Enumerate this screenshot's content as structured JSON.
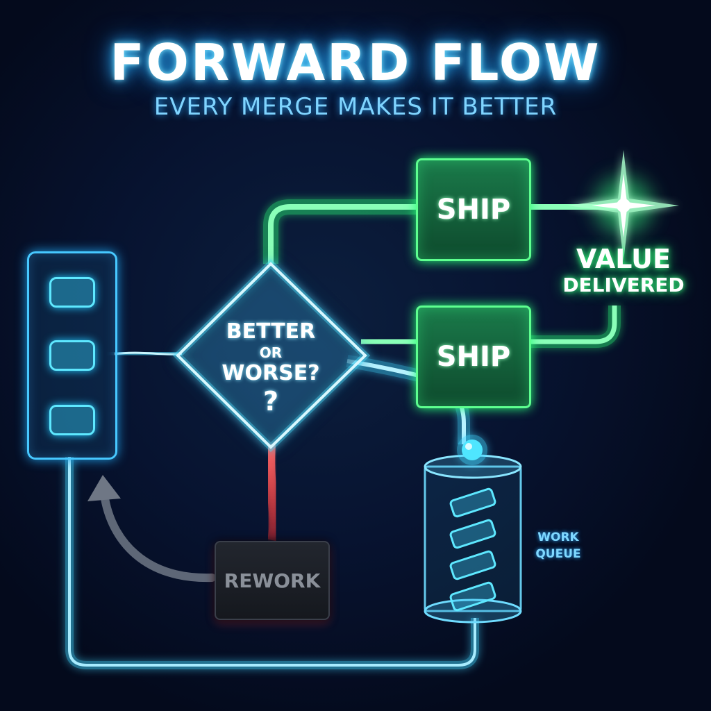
{
  "header": {
    "title": "FORWARD FLOW",
    "subtitle": "EVERY MERGE MAKES IT BETTER"
  },
  "diagram": {
    "backlog": {
      "slot_count": 3
    },
    "decision": {
      "line1": "BETTER",
      "line2": "OR",
      "line3": "WORSE?",
      "line4": "?"
    },
    "ship_top": {
      "label": "SHIP"
    },
    "ship_bottom": {
      "label": "SHIP"
    },
    "value": {
      "line1": "VALUE",
      "line2": "DELIVERED"
    },
    "rework": {
      "label": "REWORK"
    },
    "queue": {
      "line1": "WORK",
      "line2": "QUEUE"
    }
  },
  "colors": {
    "background": "#040a1c",
    "accent_cyan": "#3fd6ff",
    "accent_green": "#3bff84",
    "rework_red": "#ff4a4a",
    "rework_gray": "#8a9099"
  },
  "icons": {
    "loop_arrow": "curved-arrow-icon",
    "value_burst": "starburst-icon",
    "queue_ball": "orb-icon",
    "queue_tickets": "ticket-icon"
  }
}
